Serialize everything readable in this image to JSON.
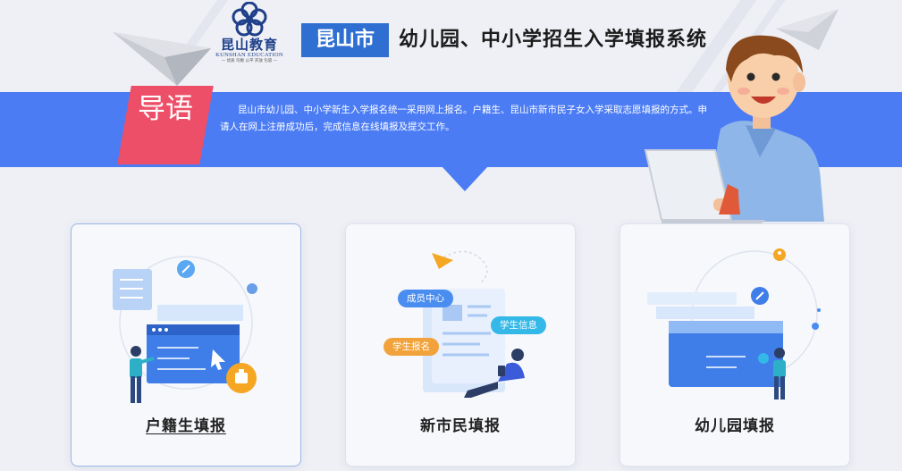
{
  "header": {
    "logo": {
      "name_cn": "昆山教育",
      "name_en": "KUNSHAN EDUCATION",
      "tagline": "— 优质 均衡 公平 开放 包容 —"
    },
    "city": "昆山市",
    "system_title": "幼儿园、中小学招生入学填报系统"
  },
  "guide": {
    "tag": "导语",
    "text": "昆山市幼儿园、中小学新生入学报名统一采用网上报名。户籍生、昆山市新市民子女入学采取志愿填报的方式。申请人在网上注册成功后，完成信息在线填报及提交工作。"
  },
  "cards": [
    {
      "label": "户籍生填报"
    },
    {
      "label": "新市民填报",
      "chips": [
        "成员中心",
        "学生信息",
        "学生报名"
      ]
    },
    {
      "label": "幼儿园填报"
    }
  ],
  "colors": {
    "banner": "#4b7cf4",
    "guide_tag": "#ee4f68",
    "city_box": "#2f6fd1",
    "chip_blue": "#4a8df0",
    "chip_cyan": "#34b8e8",
    "chip_orange": "#f2a23a"
  }
}
